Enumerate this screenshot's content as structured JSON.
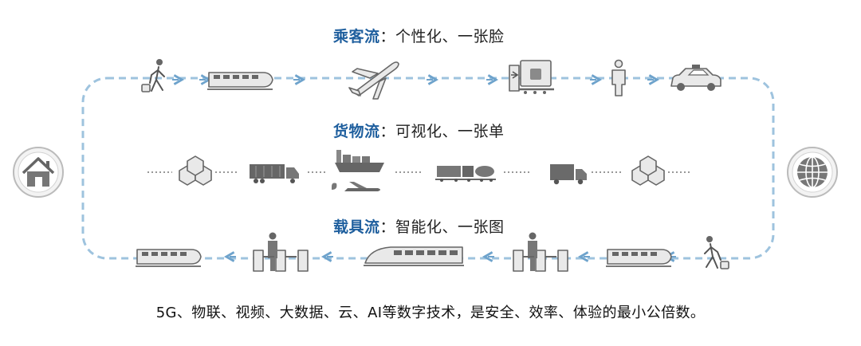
{
  "passenger_flow": {
    "keyword": "乘客流",
    "suffix": "：个性化、一张脸"
  },
  "cargo_flow": {
    "keyword": "货物流",
    "suffix": "：可视化、一张单"
  },
  "vehicle_flow": {
    "keyword": "载具流",
    "suffix": "：智能化、一张图"
  },
  "footer": "5G、物联、视频、大数据、云、AI等数字技术，是安全、效率、体验的最小公倍数。",
  "colors": {
    "accent": "#1f5f9e",
    "loop": "#9ec3de",
    "arrow": "#6ea3cc"
  },
  "icons": {
    "left_node": "house-icon",
    "right_node": "globe-icon",
    "passenger_row": [
      "walking-traveler-icon",
      "train-icon",
      "airplane-icon",
      "security-scanner-icon",
      "standing-person-icon",
      "taxi-icon"
    ],
    "cargo_row": [
      "boxes-icon",
      "container-truck-icon",
      "cargo-ship-and-plane-icon",
      "freight-train-icon",
      "delivery-truck-icon",
      "boxes-icon"
    ],
    "vehicle_row": [
      "train-icon",
      "ticket-gate-icon",
      "high-speed-train-icon",
      "ticket-gate-icon",
      "train-icon",
      "walking-traveler-icon"
    ]
  }
}
